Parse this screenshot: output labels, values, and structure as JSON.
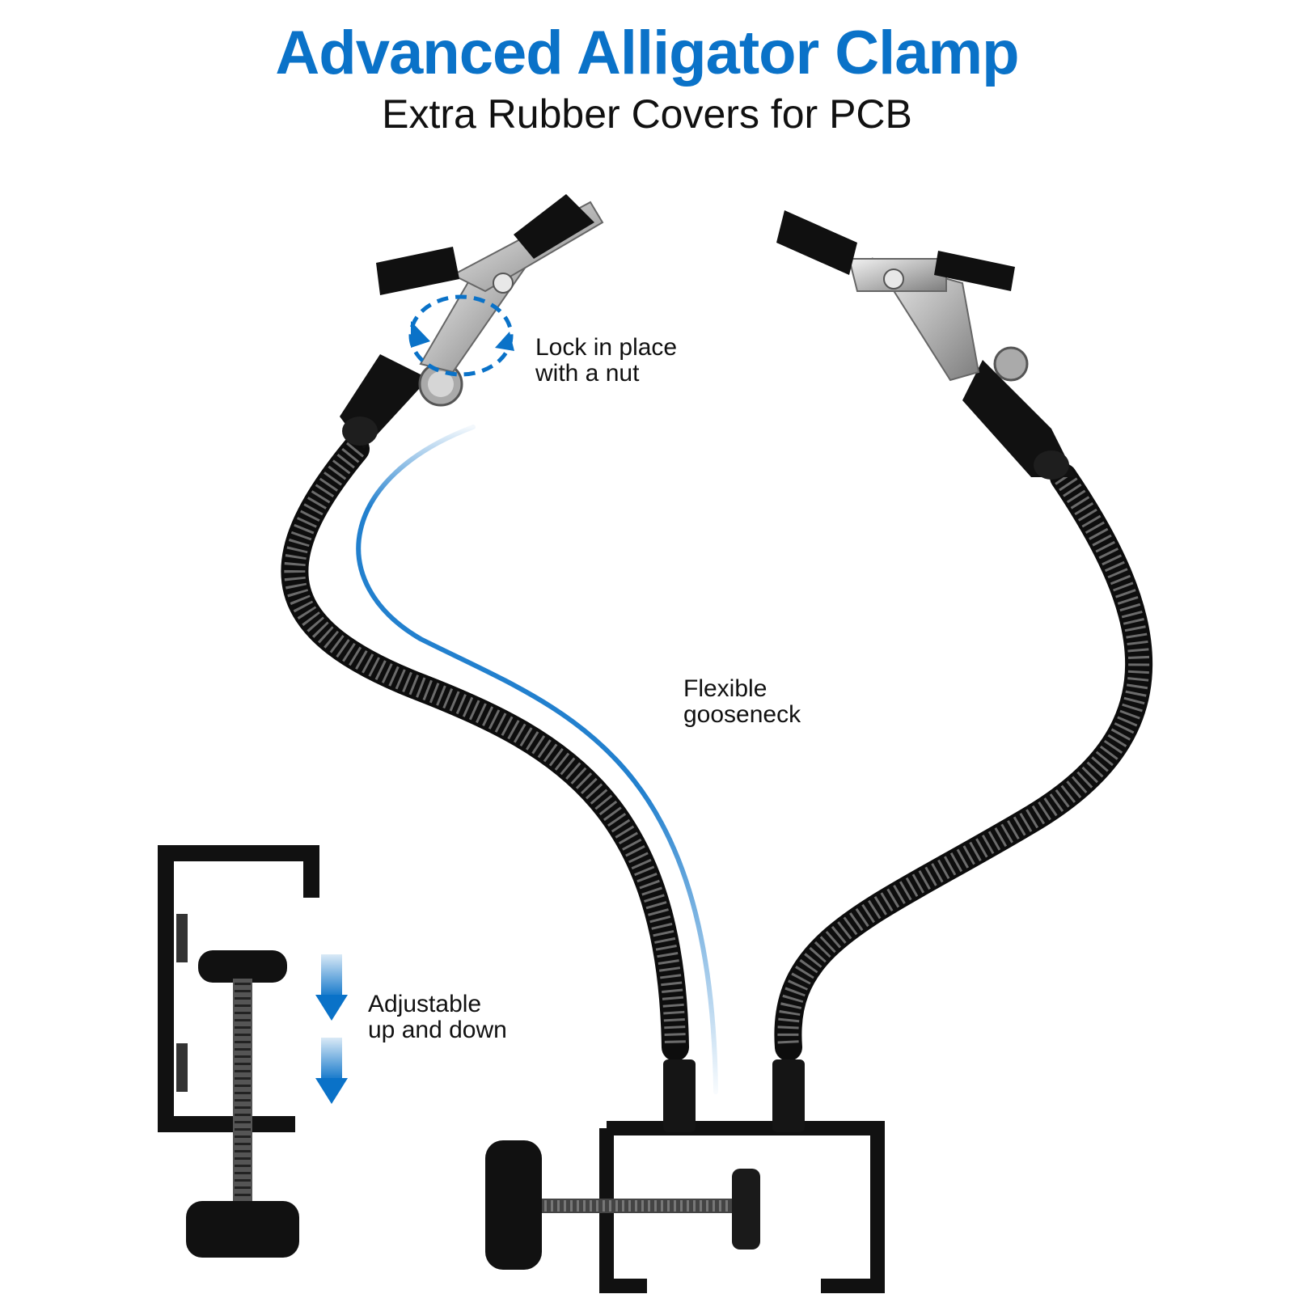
{
  "header": {
    "title": "Advanced Alligator Clamp",
    "subtitle": "Extra Rubber Covers for PCB"
  },
  "callouts": {
    "lock": {
      "line1": "Lock in place",
      "line2": "with a nut"
    },
    "gooseneck": {
      "line1": "Flexible",
      "line2": "gooseneck"
    },
    "adjust": {
      "line1": "Adjustable",
      "line2": "up and down"
    }
  },
  "colors": {
    "accent": "#0a72c8",
    "metal_dark": "#1a1a1a",
    "steel": "#c8c8c8"
  },
  "icons": [
    "rotate-arrows-icon",
    "down-arrow-icon",
    "down-arrow-icon"
  ]
}
